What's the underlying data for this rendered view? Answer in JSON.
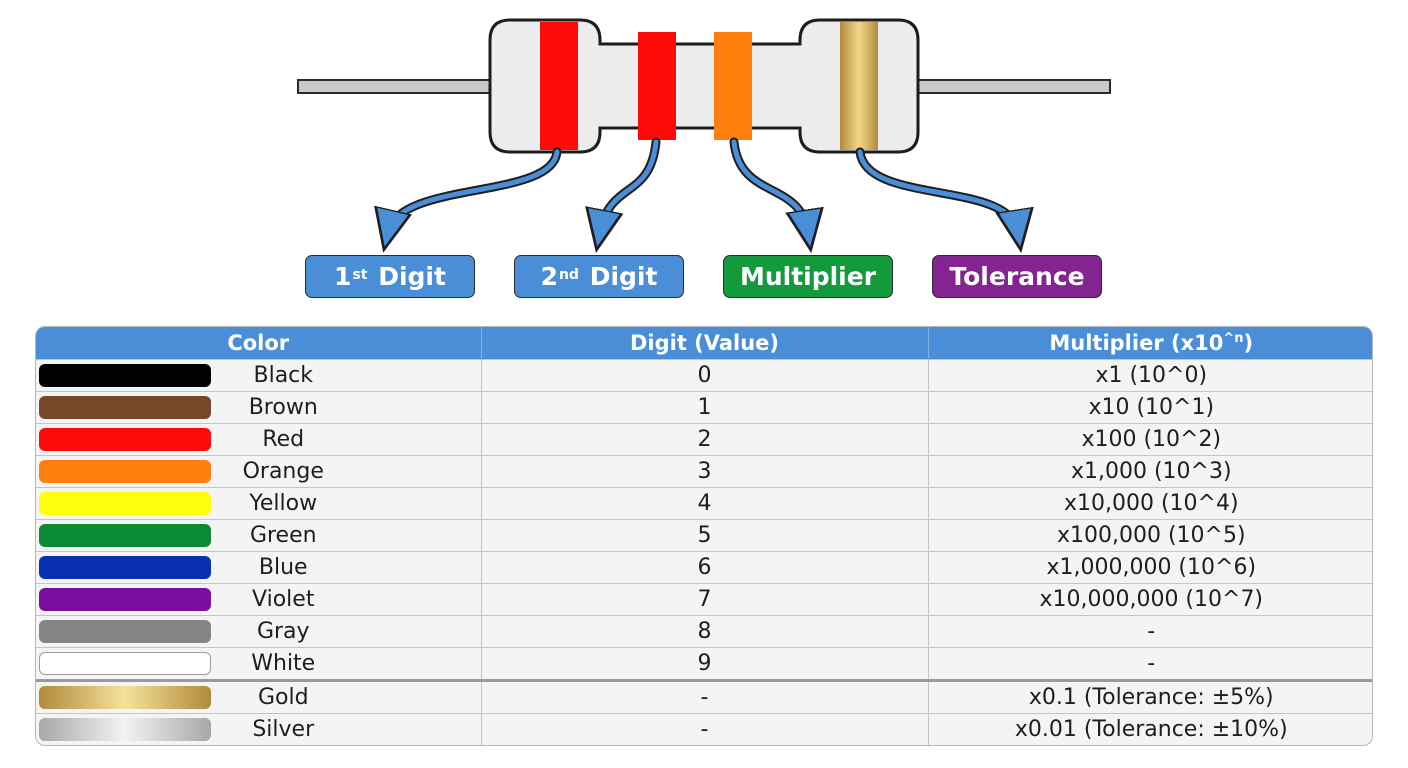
{
  "labels": {
    "first": {
      "num": "1",
      "sup": "st",
      "word": "Digit"
    },
    "second": {
      "num": "2",
      "sup": "nd",
      "word": "Digit"
    },
    "multiplier": "Multiplier",
    "tolerance": "Tolerance"
  },
  "table": {
    "headers": [
      "Color",
      "Digit (Value)",
      "Multiplier (x10^n)"
    ],
    "rows": [
      {
        "color": "Black",
        "swatch": "#000000",
        "digit": "0",
        "multiplier": "x1 (10^0)"
      },
      {
        "color": "Brown",
        "swatch": "#75482a",
        "digit": "1",
        "multiplier": "x10 (10^1)"
      },
      {
        "color": "Red",
        "swatch": "#ff0a0a",
        "digit": "2",
        "multiplier": "x100 (10^2)"
      },
      {
        "color": "Orange",
        "swatch": "#ff7f0e",
        "digit": "3",
        "multiplier": "x1,000 (10^3)"
      },
      {
        "color": "Yellow",
        "swatch": "#ffff10",
        "digit": "4",
        "multiplier": "x10,000 (10^4)"
      },
      {
        "color": "Green",
        "swatch": "#0a8a32",
        "digit": "5",
        "multiplier": "x100,000 (10^5)"
      },
      {
        "color": "Blue",
        "swatch": "#0a2fb0",
        "digit": "6",
        "multiplier": "x1,000,000 (10^6)"
      },
      {
        "color": "Violet",
        "swatch": "#7a0ea0",
        "digit": "7",
        "multiplier": "x10,000,000 (10^7)"
      },
      {
        "color": "Gray",
        "swatch": "#858585",
        "digit": "8",
        "multiplier": "-"
      },
      {
        "color": "White",
        "swatch": "#ffffff",
        "digit": "9",
        "multiplier": "-"
      },
      {
        "color": "Gold",
        "swatch": "gold-gradient",
        "digit": "-",
        "multiplier": "x0.1 (Tolerance: ±5%)"
      },
      {
        "color": "Silver",
        "swatch": "silver-gradient",
        "digit": "-",
        "multiplier": "x0.01 (Tolerance: ±10%)"
      }
    ]
  },
  "colors": {
    "header_blue": "#4a8ed8",
    "digit_label": "#4a8ed8",
    "multiplier_label": "#129a3c",
    "tolerance_label": "#842490",
    "band1": "#ff0a0a",
    "band2": "#ff0a0a",
    "band3": "#ff7f0e",
    "band4": "gold",
    "arrow_blue": "#4a8ed8"
  }
}
